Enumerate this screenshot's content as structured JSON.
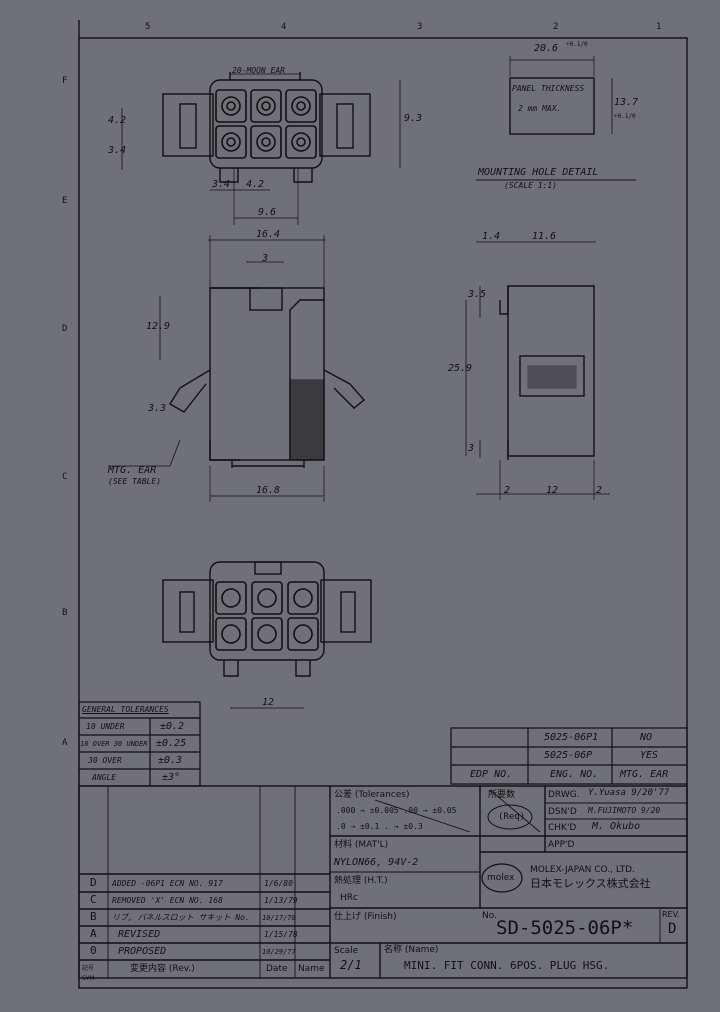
{
  "frame": {
    "top_zones": [
      "5",
      "4",
      "3",
      "2",
      "1"
    ],
    "side_zones": [
      "F",
      "E",
      "D",
      "C",
      "B",
      "A"
    ]
  },
  "top_view": {
    "ear_label": "20-MOON EAR",
    "dim_height": "9.3",
    "dim_left_a": "4.2",
    "dim_left_b": "3.4",
    "dim_bottom_a": "3.4",
    "dim_bottom_b": "4.2",
    "dim_width": "9.6"
  },
  "mounting_hole": {
    "dim_width": "20.6",
    "dim_width_tol": "+0.1/0",
    "dim_height": "13.7",
    "dim_height_tol": "+0.1/0",
    "panel_label": "PANEL THICKNESS",
    "panel_value": "2 mm MAX.",
    "title": "MOUNTING HOLE DETAIL",
    "scale": "(SCALE 1:1)"
  },
  "front_view": {
    "dim_top": "16.4",
    "dim_three": "3",
    "dim_left": "12.9",
    "dim_angle": "3.3",
    "ear_label": "MTG. EAR",
    "ear_sub": "(SEE TABLE)",
    "dim_bottom": "16.8"
  },
  "side_view": {
    "dim_a": "1.4",
    "dim_b": "11.6",
    "dim_c": "3.5",
    "dim_d": "25.9",
    "dim_e": "3",
    "dim_f": "2",
    "dim_g": "12",
    "dim_h": "2"
  },
  "bottom_view": {
    "dim_width": "12"
  },
  "tolerances": {
    "title": "GENERAL TOLERANCES",
    "rows": [
      {
        "range": "10 UNDER",
        "value": "±0.2"
      },
      {
        "range": "10 OVER 30 UNDER",
        "value": "±0.25"
      },
      {
        "range": "30 OVER",
        "value": "±0.3"
      },
      {
        "range": "ANGLE",
        "value": "±3°"
      }
    ]
  },
  "variant_table": {
    "rows": [
      {
        "part": "5025-06P1",
        "ear": "NO"
      },
      {
        "part": "5025-06P",
        "ear": "YES"
      }
    ],
    "header": {
      "edp": "EDP NO.",
      "eng": "ENG. NO.",
      "mtg": "MTG. EAR"
    }
  },
  "revisions": {
    "rows": [
      {
        "mark": "D",
        "desc": "ADDED -06P1 ECN NO. 917",
        "date": "1/6/80"
      },
      {
        "mark": "C",
        "desc": "REMOVED 'X' ECN NO. 168",
        "date": "1/13/79"
      },
      {
        "mark": "B",
        "desc": "リブ, パネルスロット サキット No.",
        "date": "10/17/78"
      },
      {
        "mark": "A",
        "desc": "REVISED",
        "date": "1/15/78"
      },
      {
        "mark": "0",
        "desc": "PROPOSED",
        "date": "10/29/77"
      }
    ],
    "footer": {
      "sym": "記号 SYM",
      "desc": "変更内容 (Rev.)",
      "date": "Date",
      "name": "Name"
    }
  },
  "title_block": {
    "tolerances_label": "公差 (Tolerances)",
    "tol_line1": ".000 → ±0.005 .00 → ±0.05",
    "tol_line2": ".0 → ±0.1 . → ±0.3",
    "weight_label": "所要数",
    "req": "(Req)",
    "material_label": "材料 (MAT'L)",
    "material_value": "NYLON66, 94V-2",
    "heat_label": "熱処理 (H.T.)",
    "hrc_label": "HRc",
    "finish_label": "仕上げ (Finish)",
    "drwg_label": "DRWG.",
    "drwg_value": "Y.Yuasa 9/20'77",
    "dsnd_label": "DSN'D",
    "dsnd_value": "M.FUJIMOTO 9/20",
    "chkd_label": "CHK'D",
    "chkd_value": "M. Okubo",
    "appd_label": "APP'D",
    "company_en": "MOLEX-JAPAN CO., LTD.",
    "company_jp": "日本モレックス株式会社",
    "logo": "molex",
    "no_label": "No.",
    "doc_no": "SD-5025-06P*",
    "rev_label": "REV.",
    "rev_value": "D",
    "scale_label": "Scale",
    "scale_value": "2/1",
    "name_label": "名称 (Name)",
    "name_value": "MINI. FIT CONN. 6POS. PLUG HSG."
  }
}
